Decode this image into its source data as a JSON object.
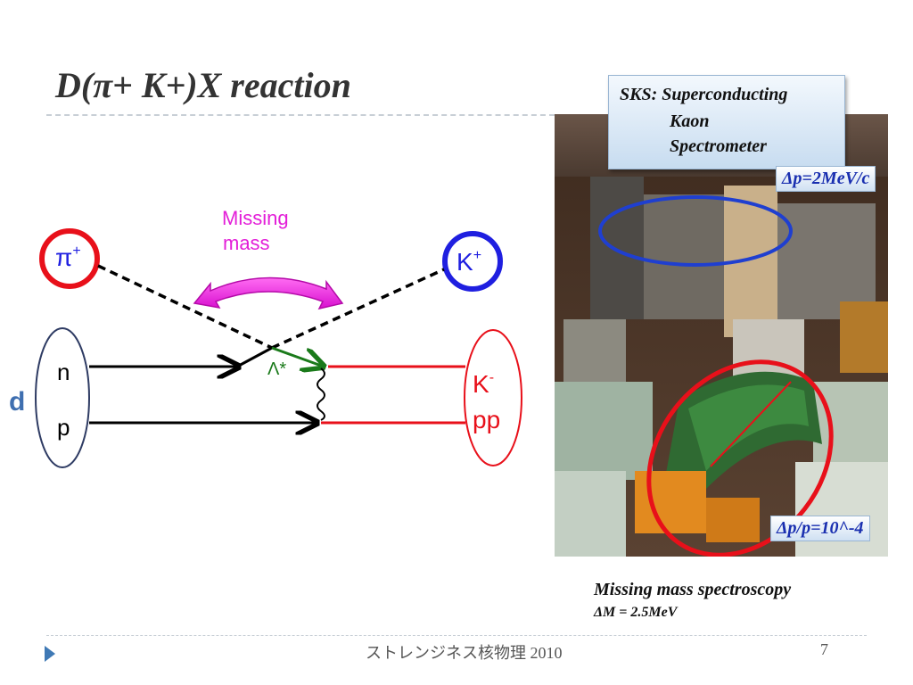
{
  "slide": {
    "title": "D(π+ K+)X reaction",
    "footer": "ストレンジネス核物理 2010",
    "page_number": "7"
  },
  "diagram": {
    "pi_label": "π",
    "pi_sup": "+",
    "k_label": "K",
    "k_sup": "+",
    "missing_mass_line1": "Missing",
    "missing_mass_line2": "mass",
    "lambda_label": "Λ*",
    "n_label": "n",
    "p_label": "p",
    "d_label": "d",
    "kpp_k": "K",
    "kpp_sup": "-",
    "kpp_pp": "pp",
    "colors": {
      "red": "#e8101a",
      "blue": "#1f1fe0",
      "magenta": "#e31ed8",
      "green": "#1a7a1a",
      "navy": "#2e3b63"
    }
  },
  "sks": {
    "line1": "SKS: Superconducting",
    "line2": "Kaon",
    "line3": "Spectrometer",
    "dp_label": "Δp=2MeV/c",
    "dpp_label": "Δp/p=10^-4"
  },
  "caption": {
    "line1": "Missing mass spectroscopy",
    "line2": "ΔM = 2.5MeV"
  }
}
